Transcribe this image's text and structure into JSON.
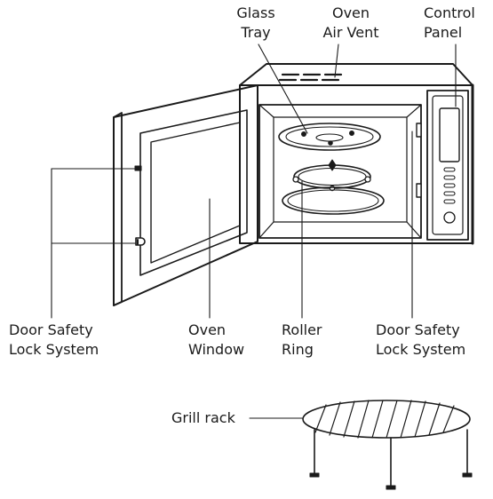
{
  "labels": {
    "glass_tray": [
      "Glass",
      "Tray"
    ],
    "oven_air_vent": [
      "Oven",
      "Air Vent"
    ],
    "control_panel": [
      "Control",
      "Panel"
    ],
    "door_safety_lock_left": [
      "Door Safety",
      "Lock System"
    ],
    "oven_window": [
      "Oven",
      "Window"
    ],
    "roller_ring": [
      "Roller",
      "Ring"
    ],
    "door_safety_lock_right": [
      "Door Safety",
      "Lock System"
    ],
    "grill_rack": "Grill rack"
  },
  "colors": {
    "line": "#1a1a1a",
    "background": "#ffffff"
  }
}
